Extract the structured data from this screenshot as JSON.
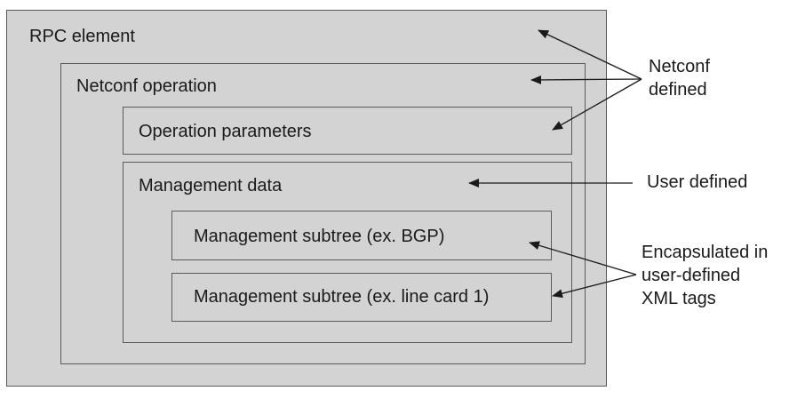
{
  "boxes": {
    "rpc_element": "RPC element",
    "netconf_operation": "Netconf operation",
    "operation_parameters": "Operation parameters",
    "management_data": "Management data",
    "subtree_bgp": "Management subtree (ex. BGP)",
    "subtree_line_card": "Management subtree (ex. line card 1)"
  },
  "annotations": {
    "netconf_defined": [
      "Netconf",
      "defined"
    ],
    "user_defined": "User defined",
    "encapsulated": [
      "Encapsulated in",
      "user-defined",
      "XML tags"
    ]
  },
  "colors": {
    "box_fill": "#d3d3d3",
    "box_border": "#5a5a5a",
    "text": "#1a1a1a"
  }
}
